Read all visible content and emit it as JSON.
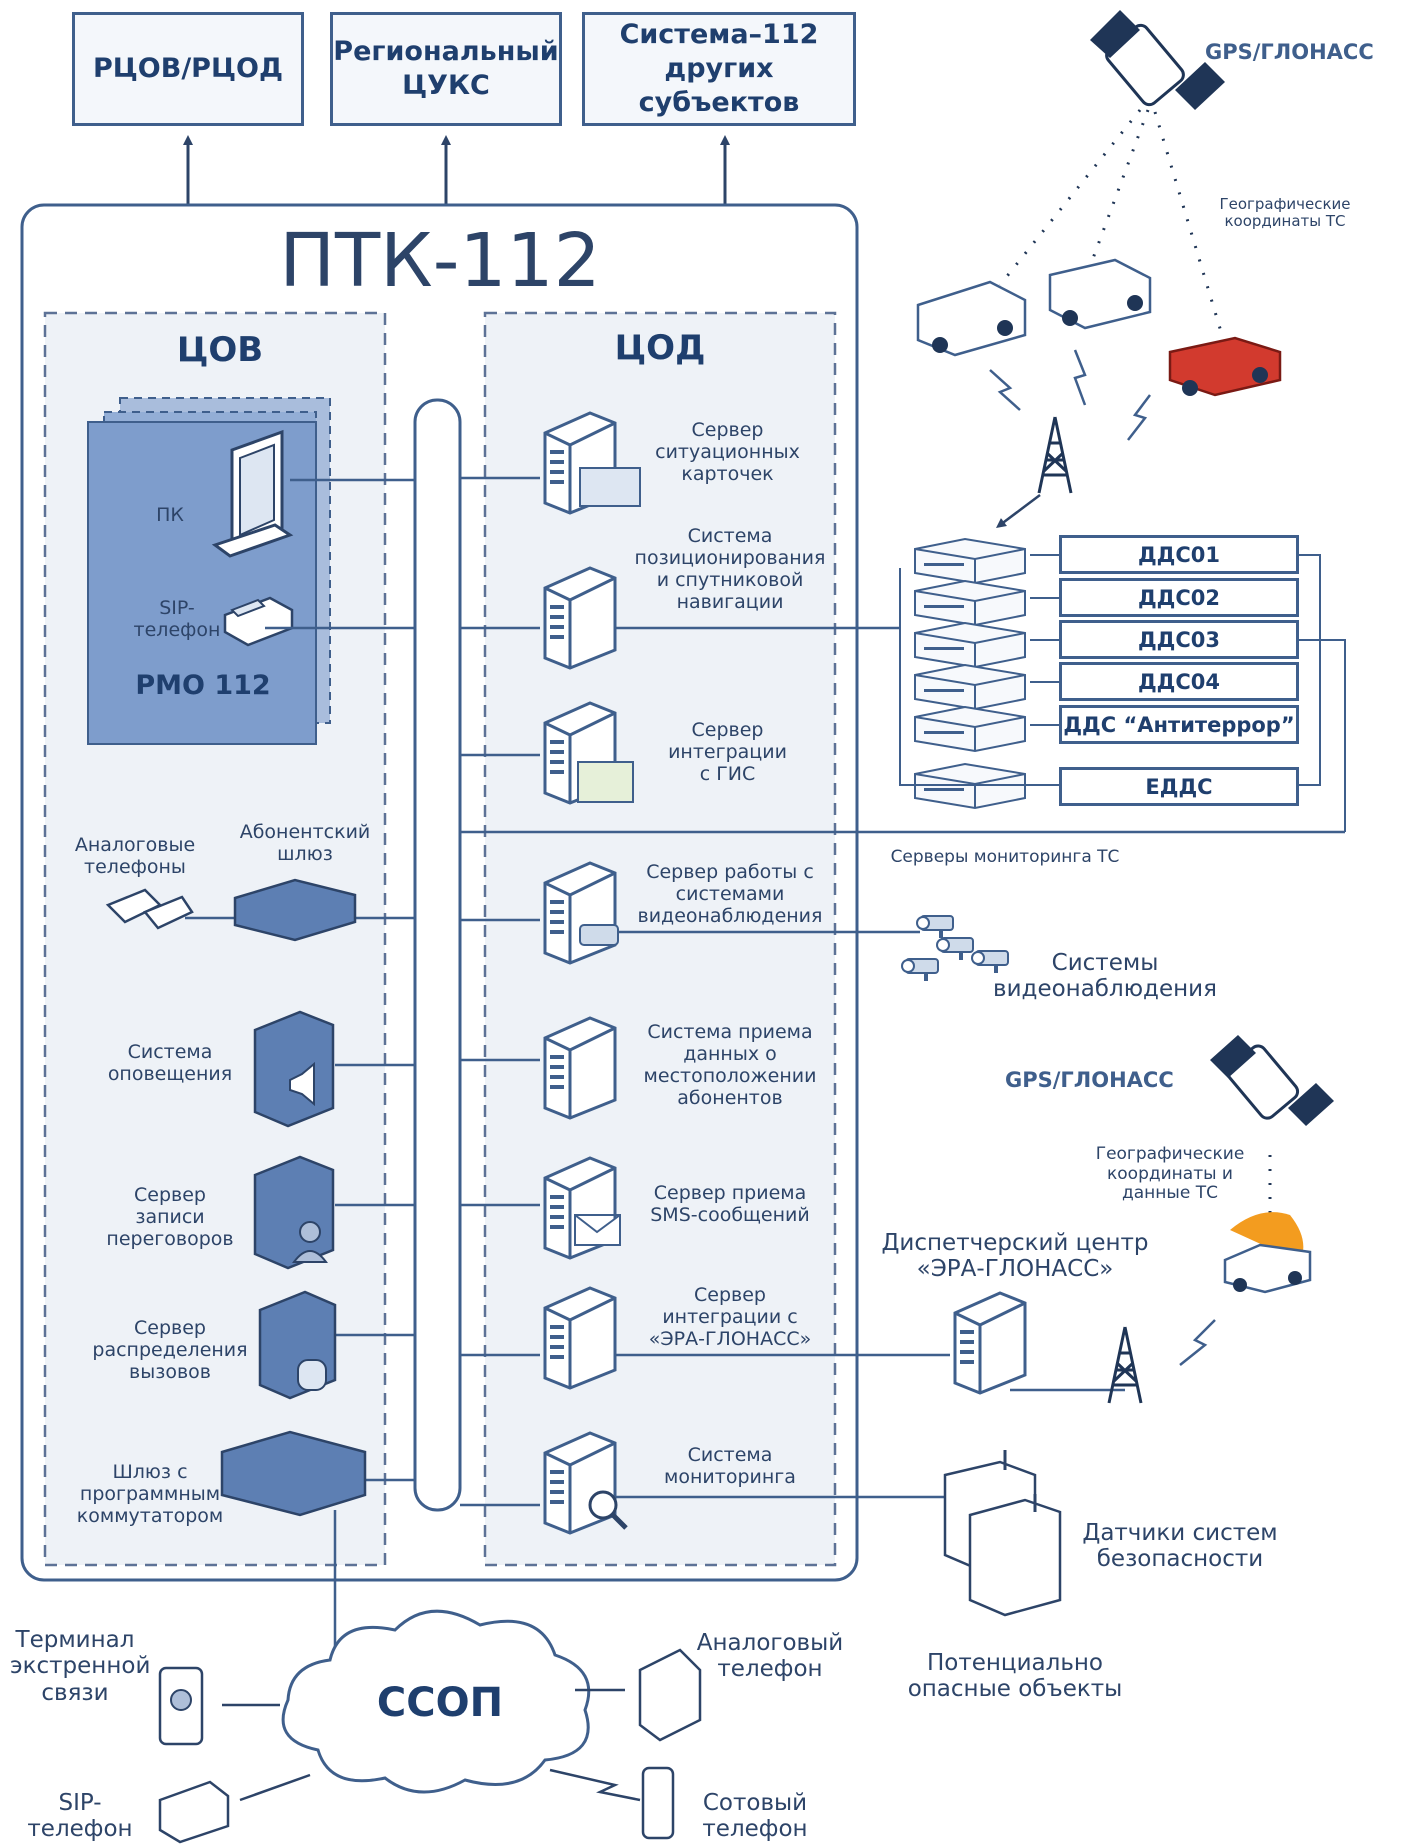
{
  "top_boxes": {
    "rcov": "РЦОВ/РЦОД",
    "ukcs": "Региональный\nЦУКС",
    "other": "Система–112\nдругих субъектов"
  },
  "ptk": {
    "title": "ПТК-112"
  },
  "cov": {
    "title": "ЦОВ",
    "rmo_label": "РМО 112",
    "pc_label": "ПК",
    "sip_label": "SIP-\nтелефон",
    "analog_phones": "Аналоговые\nтелефоны",
    "gateway": "Абонентский\nшлюз",
    "alert_system": "Система\nоповещения",
    "recording_server": "Сервер\nзаписи\nпереговоров",
    "call_distribution": "Сервер\nраспределения\nвызовов",
    "softswitch_gateway": "Шлюз с\nпрограммным\nкоммутатором"
  },
  "cod": {
    "title": "ЦОД",
    "servers": [
      "Сервер\nситуационных\nкарточек",
      "Система\nпозиционирования\nи спутниковой\nнавигации",
      "Сервер\nинтеграции\nс ГИС",
      "Сервер работы с\nсистемами\nвидеонаблюдения",
      "Система приема\nданных о\nместоположении\nабонентов",
      "Сервер приема\nSMS-сообщений",
      "Сервер\nинтеграции с\n«ЭРА-ГЛОНАСС»",
      "Система\nмониторинга"
    ]
  },
  "right": {
    "gps_top": "GPS/ГЛОНАСС",
    "geo_top": "Географические\nкоординаты ТС",
    "dds": [
      "ДДС01",
      "ДДС02",
      "ДДС03",
      "ДДС04",
      "ДДС “Антитеррор”"
    ],
    "edds": "ЕДДС",
    "monitoring_servers": "Серверы мониторинга ТС",
    "video_systems": "Системы\nвидеонаблюдения",
    "gps_bottom": "GPS/ГЛОНАСС",
    "geo_bottom": "Географические\nкоординаты и\nданные ТС",
    "era_center": "Диспетчерский центр\n«ЭРА-ГЛОНАСС»",
    "sensors": "Датчики систем\nбезопасности",
    "hazard_objects": "Потенциально\nопасные объекты"
  },
  "bottom": {
    "ssop": "ССОП",
    "terminal": "Терминал\nэкстренной\nсвязи",
    "analog_phone": "Аналоговый\nтелефон",
    "sip_phone": "SIP-\nтелефон",
    "cell_phone": "Сотовый\nтелефон"
  },
  "colors": {
    "frame": "#3f5f8c",
    "panel": "#eef2f7",
    "rmo_fill": "#7e9dcc",
    "device": "#5d7fb3",
    "text": "#2d4468"
  }
}
